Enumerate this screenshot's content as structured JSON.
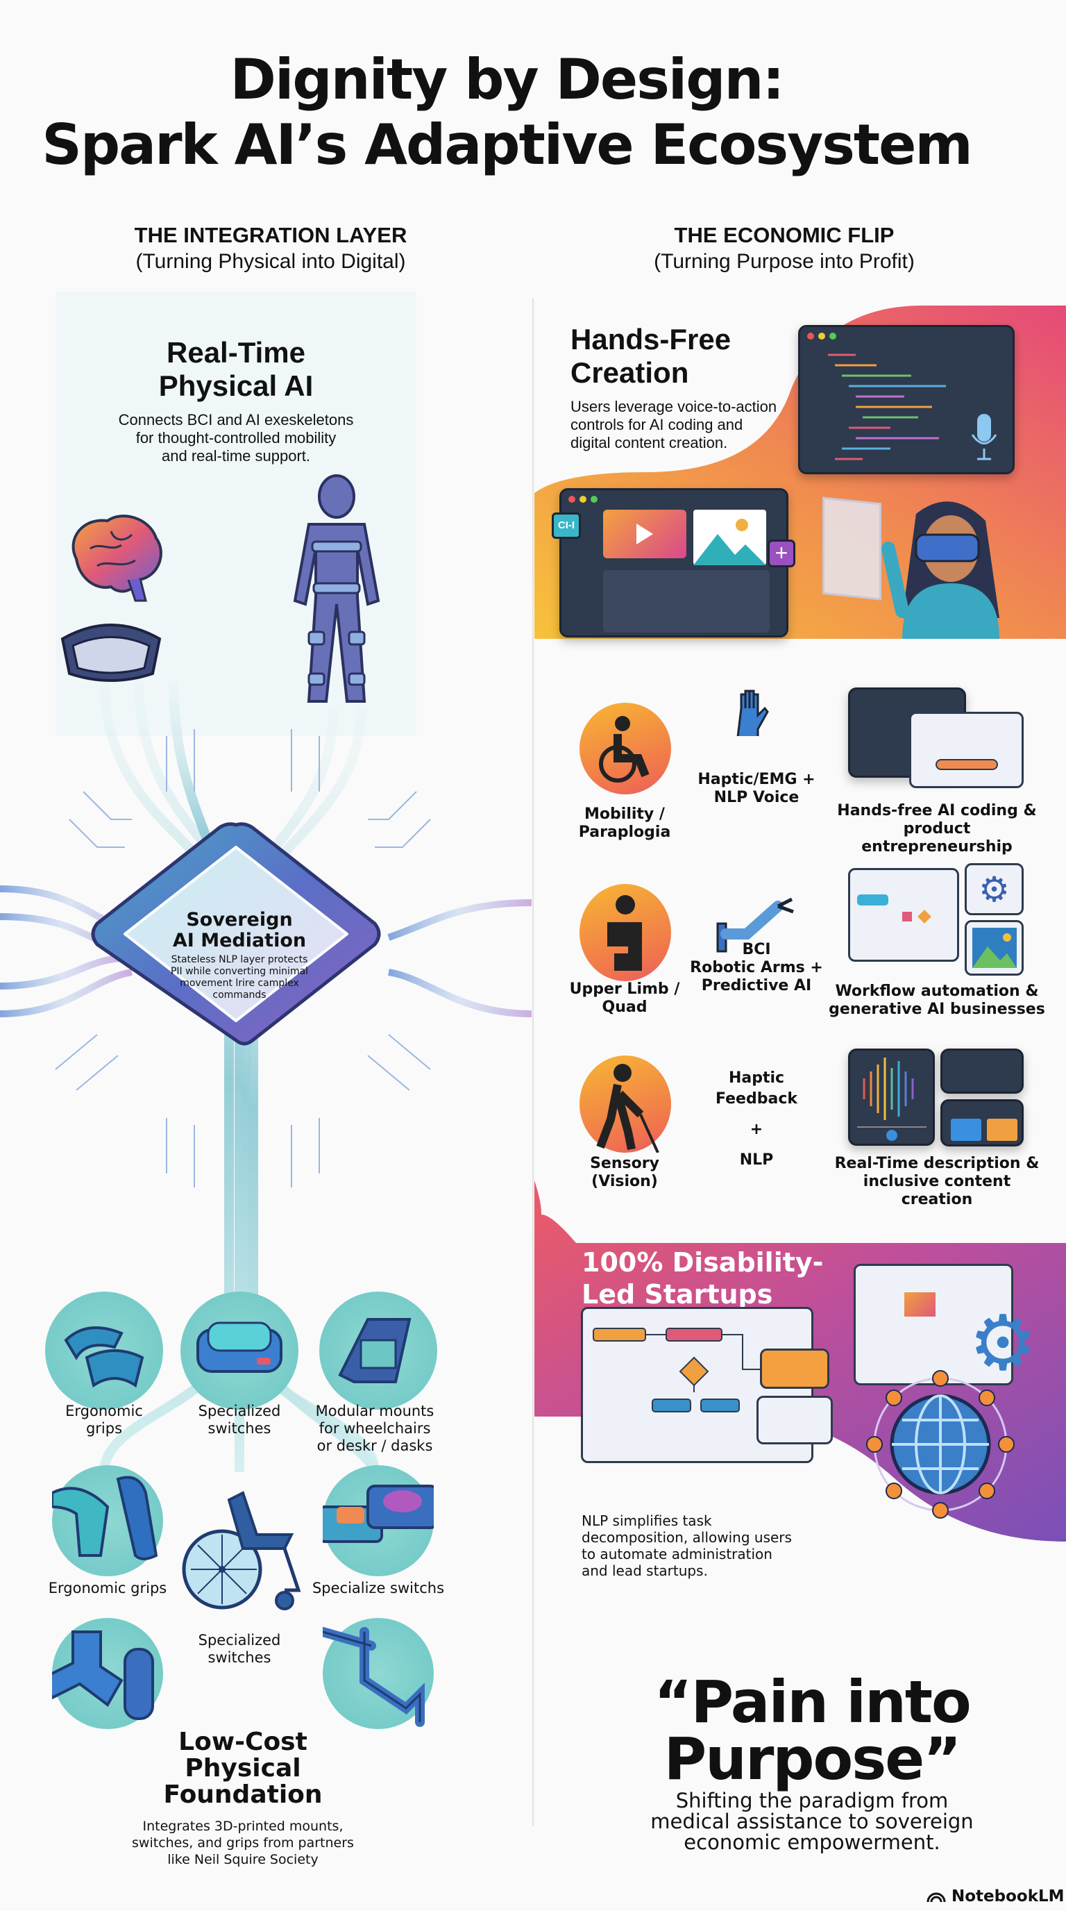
{
  "title": {
    "line1": "Dignity by Design:",
    "line2": "Spark AI’s Adaptive Ecosystem"
  },
  "left": {
    "header": "THE INTEGRATION LAYER",
    "subheader": "(Turning Physical into Digital)",
    "physical_ai": {
      "title_1": "Real-Time",
      "title_2": "Physical AI",
      "desc": [
        "Connects BCI and AI exeskeletons",
        "for thought-controlled mobility",
        "and real-time support."
      ]
    },
    "mediation": {
      "title_1": "Sovereign",
      "title_2": "AI Mediation",
      "desc": [
        "Stateless NLP layer protects",
        "PII while converting minimal",
        "movement lrire camplex",
        "commands"
      ]
    },
    "devices": [
      {
        "label": [
          "Ergonomic",
          "grips"
        ]
      },
      {
        "label": [
          "Specialized",
          "switches"
        ]
      },
      {
        "label": [
          "Modular mounts",
          "for wheelchairs",
          "or deskr / dasks"
        ]
      },
      {
        "label": [
          "Ergonomic grips"
        ]
      },
      {
        "label": [
          "Specialize switchs"
        ]
      },
      {
        "label": [
          "Specialized",
          "switches"
        ]
      }
    ],
    "foundation": {
      "title": [
        "Low-Cost",
        "Physical",
        "Foundation"
      ],
      "desc": [
        "Integrates 3D-printed mounts,",
        "switches, and grips from partners",
        "like Neil Squire Society"
      ]
    }
  },
  "right": {
    "header": "THE ECONOMIC FLIP",
    "subheader": "(Turning Purpose into Profit)",
    "hands_free": {
      "title_1": "Hands-Free",
      "title_2": "Creation",
      "desc": [
        "Users leverage voice-to-action",
        "controls for AI coding and",
        "digital content creation."
      ],
      "badge": "CI-I"
    },
    "rows": [
      {
        "group": [
          "Mobility /",
          "Paraplogia"
        ],
        "tech": [
          "Haptic/EMG +",
          "NLP Voice"
        ],
        "outcome": [
          "Hands-free AI coding &",
          "product entrepreneurship"
        ]
      },
      {
        "group": [
          "Upper Limb /",
          "Quad"
        ],
        "tech": [
          "BCI",
          "Robotic Arms +",
          "Predictive AI"
        ],
        "outcome": [
          "Workflow automation &",
          "generative AI businesses"
        ]
      },
      {
        "group": [
          "Sensory",
          "(Vision)"
        ],
        "tech": [
          "Haptic",
          "Feedback",
          "+",
          "NLP"
        ],
        "outcome": [
          "Real-Time description &",
          "inclusive content creation"
        ]
      }
    ],
    "startups": {
      "title_1": "100% Disability-",
      "title_2": "Led Startups",
      "desc": [
        "NLP simplifies task",
        "decomposition, allowing users",
        "to automate administration",
        "and lead startups."
      ]
    },
    "quote": {
      "line1": "“Pain into",
      "line2": "Purpose”",
      "desc": [
        "Shifting the paradigm from",
        "medical assistance to sovereign",
        "economic empowerment."
      ]
    }
  },
  "brand": "NotebookLM",
  "colors": {
    "teal": "#6cc6c3",
    "orange": "#f7a63a",
    "pink": "#e8506e",
    "purple": "#8a4fb0",
    "navy": "#2e3a4d"
  }
}
